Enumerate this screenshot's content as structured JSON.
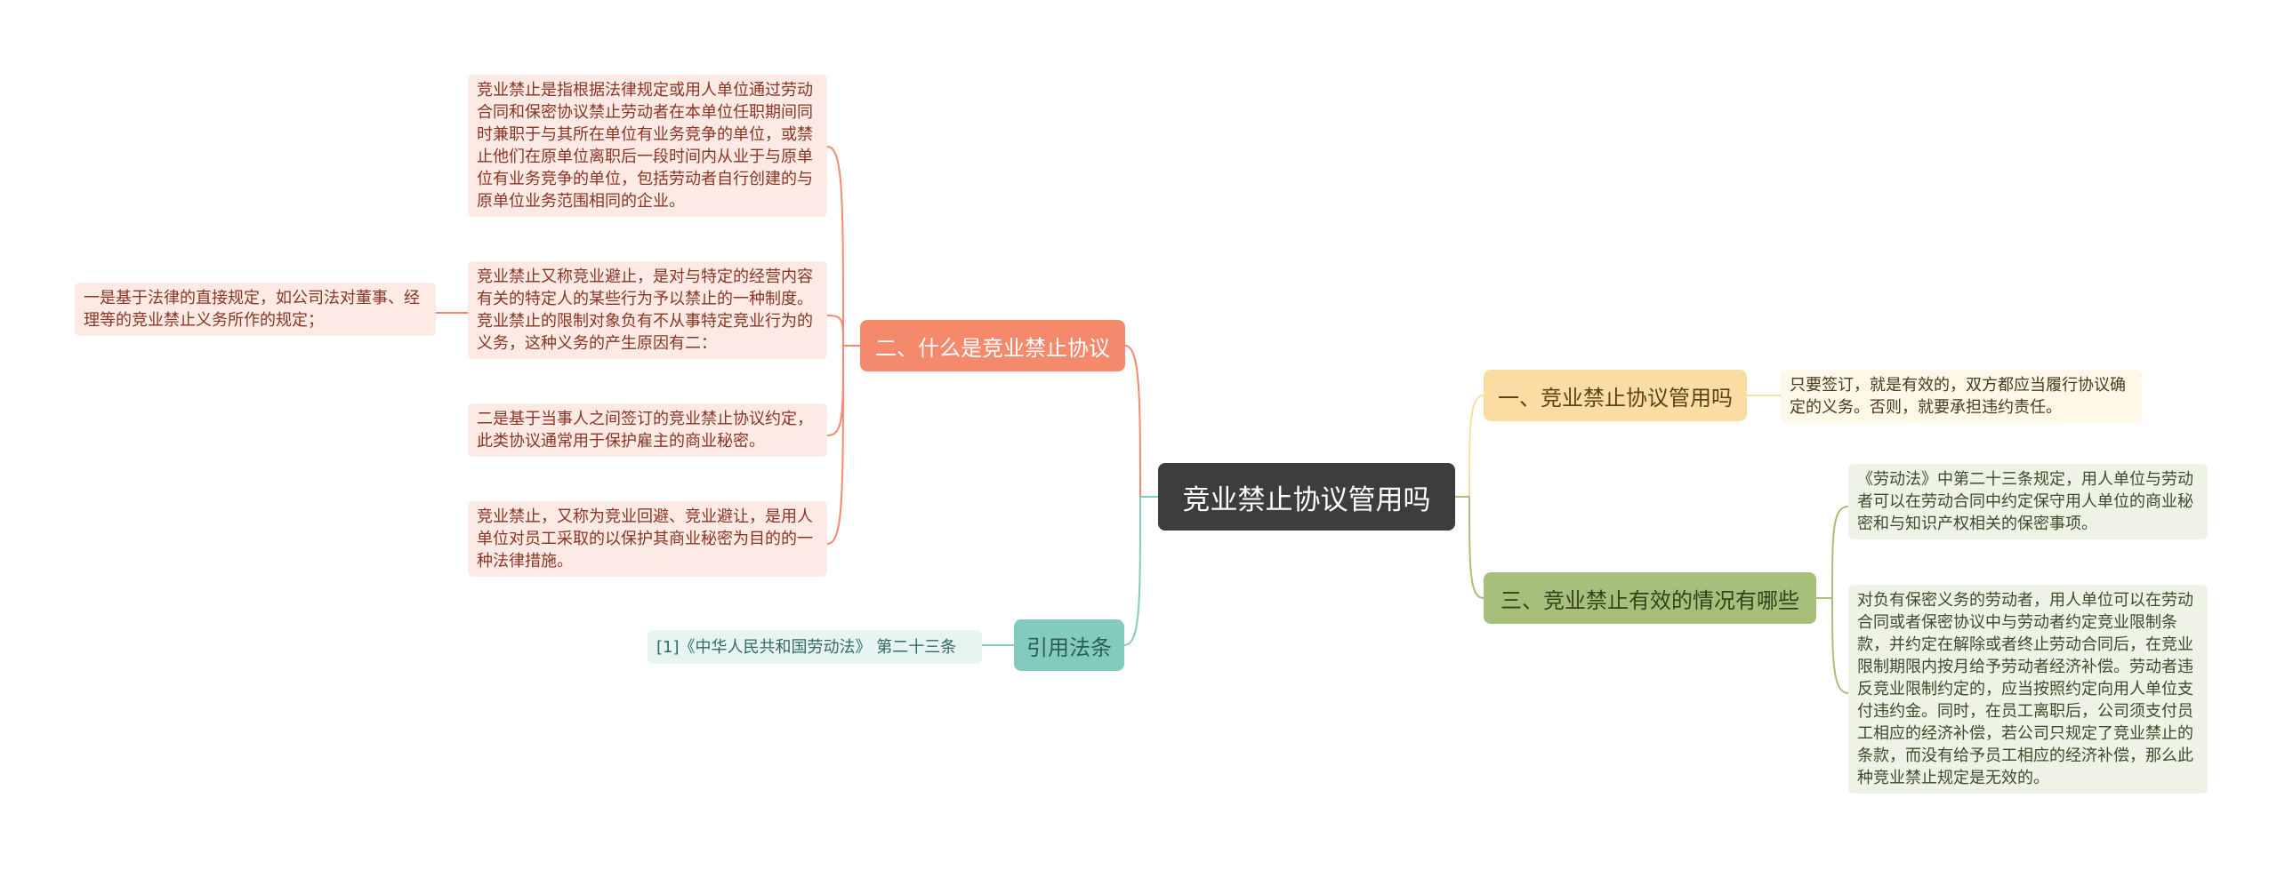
{
  "root": {
    "label": "竞业禁止协议管用吗"
  },
  "branches": {
    "what": {
      "label": "二、什么是竞业禁止协议",
      "definition": "竞业禁止是指根据法律规定或用人单位通过劳动合同和保密协议禁止劳动者在本单位任职期间同时兼职于与其所在单位有业务竞争的单位，或禁止他们在原单位离职后一段时间内从业于与原单位有业务竞争的单位，包括劳动者自行创建的与原单位业务范围相同的企业。",
      "also_called": "竞业禁止又称竞业避止，是对与特定的经营内容有关的特定人的某些行为予以禁止的一种制度。竞业禁止的限制对象负有不从事特定竞业行为的义务，这种义务的产生原因有二：",
      "reason_one": "一是基于法律的直接规定，如公司法对董事、经理等的竞业禁止义务所作的规定；",
      "reason_two": "二是基于当事人之间签订的竞业禁止协议约定，此类协议通常用于保护雇主的商业秘密。",
      "brief": "竞业禁止，又称为竞业回避、竞业避让，是用人单位对员工采取的以保护其商业秘密为目的的一种法律措施。"
    },
    "cite": {
      "label": "引用法条",
      "law": "[1]《中华人民共和国劳动法》 第二十三条"
    },
    "use": {
      "label": "一、竞业禁止协议管用吗",
      "answer": "只要签订，就是有效的，双方都应当履行协议确定的义务。否则，就要承担违约责任。"
    },
    "effective": {
      "label": "三、竞业禁止有效的情况有哪些",
      "labor_law": "《劳动法》中第二十三条规定，用人单位与劳动者可以在劳动合同中约定保守用人单位的商业秘密和与知识产权相关的保密事项。",
      "other": "对负有保密义务的劳动者，用人单位可以在劳动合同或者保密协议中与劳动者约定竞业限制条款，并约定在解除或者终止劳动合同后，在竞业限制期限内按月给予劳动者经济补偿。劳动者违反竞业限制约定的，应当按照约定向用人单位支付违约金。同时，在员工离职后，公司须支付员工相应的经济补偿，若公司只规定了竞业禁止的条款，而没有给予员工相应的经济补偿，那么此种竞业禁止规定是无效的。"
    }
  },
  "colors": {
    "root": "#3d3d3d",
    "what": "#f4896c",
    "cite": "#84cbbf",
    "use": "#fbdda3",
    "effective": "#a6c07c"
  }
}
